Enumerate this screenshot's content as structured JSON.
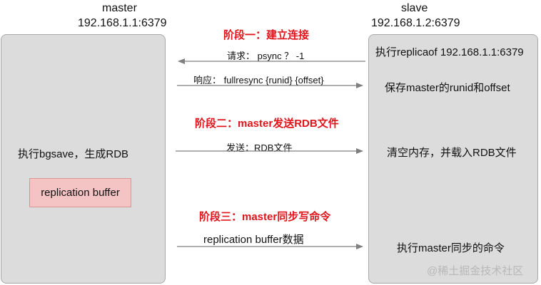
{
  "master": {
    "title": "master",
    "address": "192.168.1.1:6379",
    "action": "执行bgsave，生成RDB",
    "buffer_label": "replication buffer"
  },
  "slave": {
    "title": "slave",
    "address": "192.168.1.2:6379",
    "actions": [
      "执行replicaof 192.168.1.1:6379",
      "保存master的runid和offset",
      "清空内存，并载入RDB文件",
      "执行master同步的命令"
    ]
  },
  "stages": [
    "阶段一：建立连接",
    "阶段二：master发送RDB文件",
    "阶段三：master同步写命令"
  ],
  "messages": {
    "request": "请求： psync ？ -1",
    "response": "响应： fullresync {runid} {offset}",
    "send_rdb": "发送：RDB文件",
    "buffer_data": "replication buffer数据"
  },
  "watermark": "@稀土掘金技术社区",
  "colors": {
    "stage_text": "#e0141b",
    "panel_fill": "#dcdcdc",
    "buffer_fill": "#f3c4c3",
    "arrow": "#7f7f7f"
  }
}
